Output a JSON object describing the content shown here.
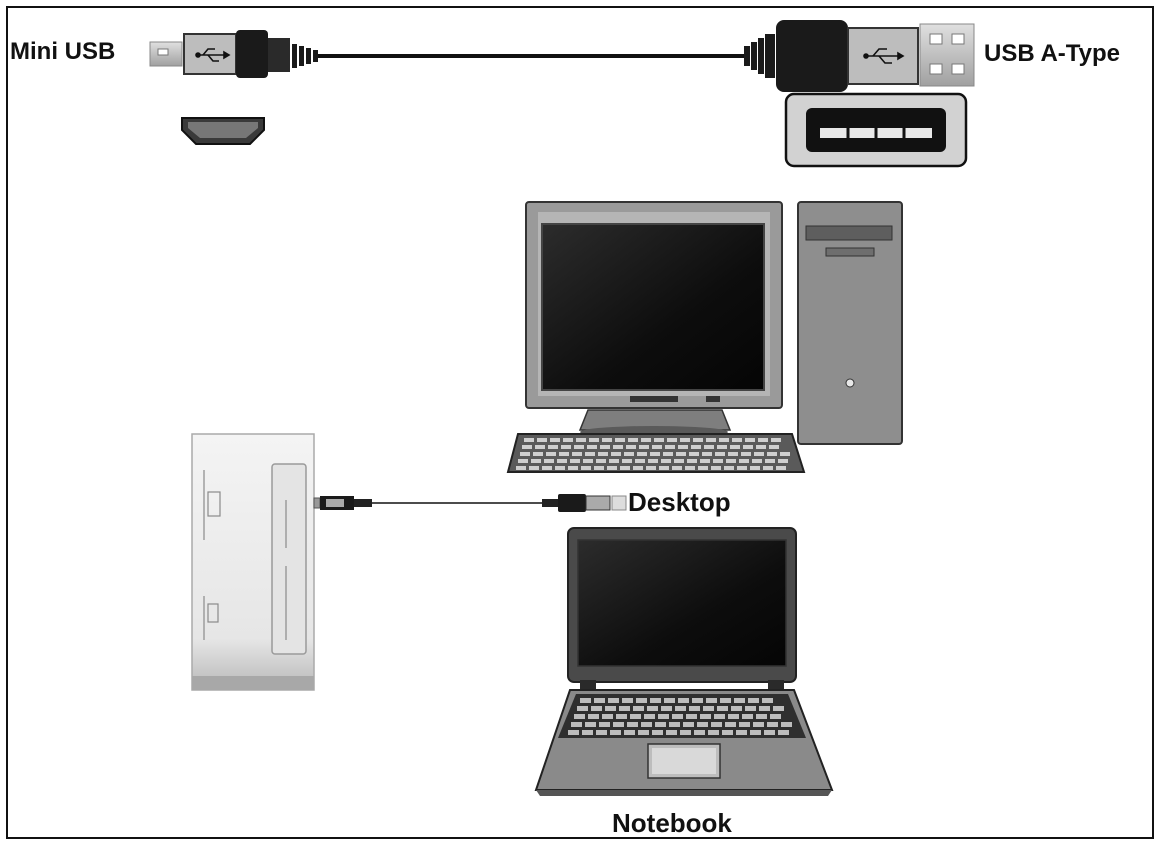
{
  "labels": {
    "mini_usb": "Mini USB",
    "usb_a_type": "USB A-Type",
    "desktop": "Desktop",
    "notebook": "Notebook"
  },
  "icons": {
    "usb_symbol": "usb-trident-icon",
    "mini_usb_plug": "mini-usb-plug-icon",
    "usb_a_plug": "usb-a-plug-icon",
    "mini_usb_port": "mini-usb-port-icon",
    "usb_a_port": "usb-a-port-icon",
    "monitor": "monitor-icon",
    "tower": "pc-tower-icon",
    "keyboard": "keyboard-icon",
    "laptop": "laptop-icon",
    "device": "card-reader-icon"
  },
  "colors": {
    "ink": "#111111",
    "body_dark": "#1a1a1a",
    "metal": "#bdbdbd",
    "screen": "#0d0d0d",
    "case_gray": "#8e8e8e",
    "device_white": "#ececec"
  }
}
